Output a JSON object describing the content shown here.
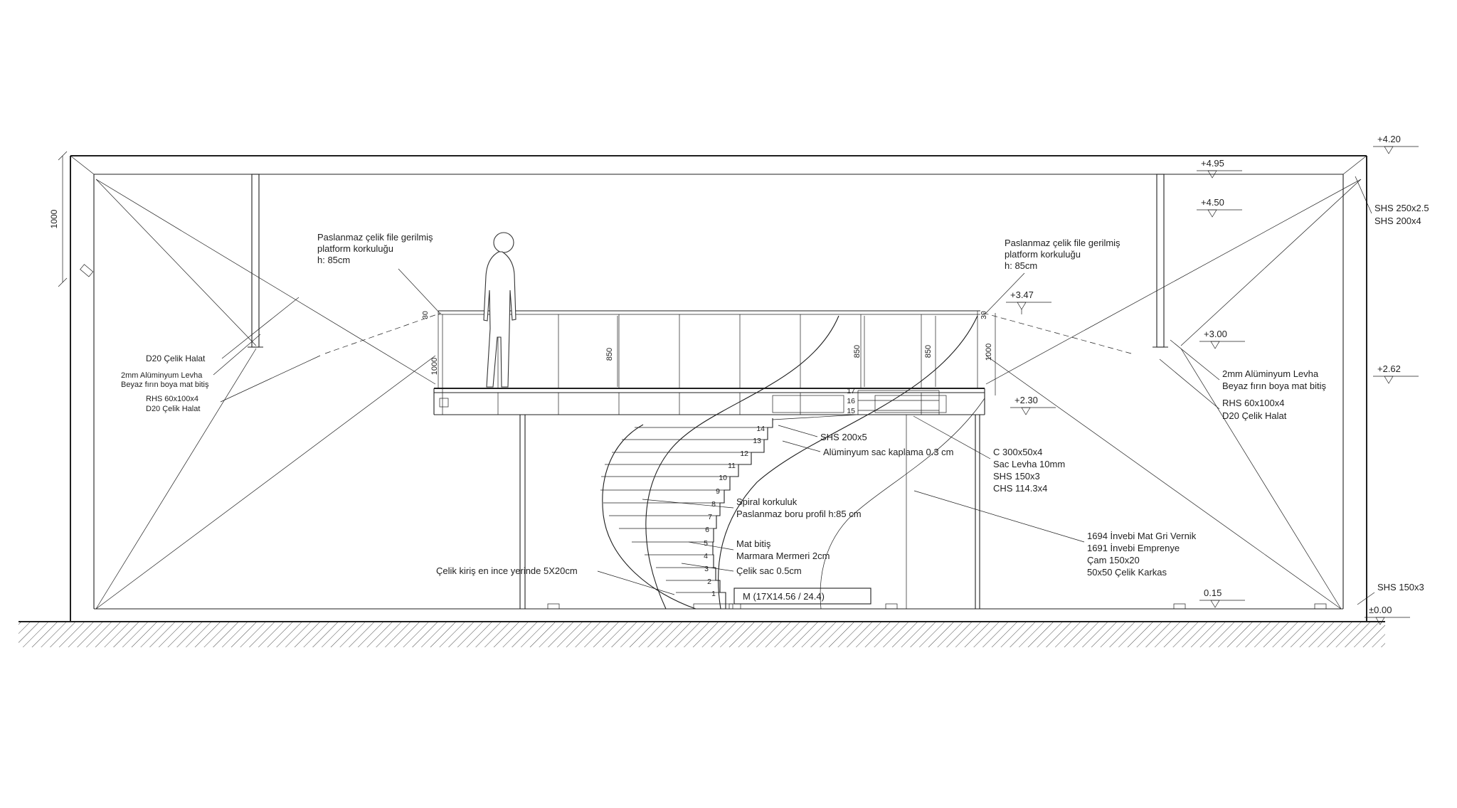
{
  "colors": {
    "line": "#1f1f1f",
    "background": "#ffffff"
  },
  "labels": {
    "left_d20_top": "D20 Çelik Halat",
    "left_alu_1": "2mm Alüminyum Levha",
    "left_alu_2": "Beyaz fırın boya mat bitiş",
    "left_rhs": "RHS 60x100x4",
    "left_d20_bottom": "D20 Çelik Halat",
    "rail_left_1": "Paslanmaz çelik file gerilmiş",
    "rail_left_2": "platform korkuluğu",
    "rail_left_3": "h: 85cm",
    "rail_right_1": "Paslanmaz çelik file gerilmiş",
    "rail_right_2": "platform korkuluğu",
    "rail_right_3": "h: 85cm",
    "shs_250": "SHS 250x2.5",
    "shs_200_4": "SHS 200x4",
    "right_alu_1": "2mm Alüminyum Levha",
    "right_alu_2": "Beyaz fırın boya mat bitiş",
    "right_rhs": "RHS 60x100x4",
    "right_d20": "D20 Çelik Halat",
    "shs_200_5": "SHS 200x5",
    "alu_sac": "Alüminyum sac kaplama 0.3 cm",
    "c300": "C 300x50x4",
    "sac_levha": "Sac Levha 10mm",
    "shs_150_mid": "SHS 150x3",
    "chs": "CHS 114.3x4",
    "spiral_1": "Spiral korkuluk",
    "spiral_2": "Paslanmaz boru profil h:85 cm",
    "mat_1": "Mat bitiş",
    "mat_2": "Marmara Mermeri 2cm",
    "celik_sac": "Çelik sac 0.5cm",
    "celik_kiris": "Çelik kiriş en ince yerinde 5X20cm",
    "m_box": "M (17X14.56 / 24.4)",
    "invebi_1": "1694 İnvebi Mat Gri Vernik",
    "invebi_2": "1691 İnvebi Emprenye",
    "invebi_3": "Çam 150x20",
    "invebi_4": "50x50 Çelik Karkas",
    "shs_150_right": "SHS 150x3"
  },
  "elevations": {
    "e420": "+4.20",
    "e495": "+4.95",
    "e450": "+4.50",
    "e347": "+3.47",
    "e300": "+3.00",
    "e262": "+2.62",
    "e230": "+2.30",
    "e015": "0.15",
    "e000": "±0.00"
  },
  "dims": {
    "left_1000": "1000",
    "rail_850_a": "850",
    "rail_850_b": "850",
    "rail_850_c": "850",
    "panel_1000_left": "1000",
    "panel_1000_right": "1000",
    "rail_30_left": "30",
    "rail_30_right": "30"
  },
  "stairs": {
    "numbers": [
      "1",
      "2",
      "3",
      "4",
      "5",
      "6",
      "7",
      "8",
      "9",
      "10",
      "11",
      "12",
      "13",
      "14",
      "15",
      "16",
      "17"
    ]
  }
}
